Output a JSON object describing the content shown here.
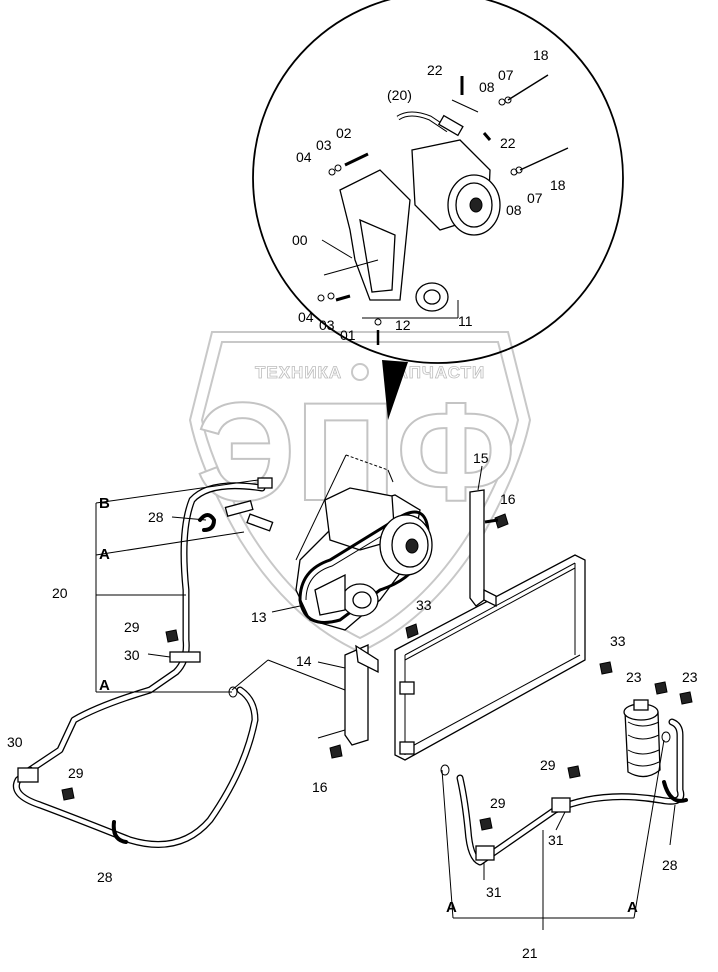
{
  "watermark": {
    "top_text_left": "ТЕХНИКА",
    "top_text_right": "ЗАПЧАСТИ",
    "big_text": "ЭПФ"
  },
  "callouts": {
    "c22_top": "22",
    "c08_top": "08",
    "c07_top": "07",
    "c18_top": "18",
    "c20_paren": "(20)",
    "c22_mid": "22",
    "c03_top": "03",
    "c02": "02",
    "c04_top": "04",
    "c18_mid": "18",
    "c07_mid": "07",
    "c08_mid": "08",
    "c00": "00",
    "c04_bot": "04",
    "c03_bot": "03",
    "c01": "01",
    "c12": "12",
    "c11": "11",
    "c15": "15",
    "c16_top": "16",
    "cB": "B",
    "c28_top": "28",
    "cA_top": "A",
    "c20": "20",
    "c13": "13",
    "c33_left": "33",
    "c29_left": "29",
    "c30_left": "30",
    "c14": "14",
    "c33_right": "33",
    "c23_a": "23",
    "c23_b": "23",
    "cA_mid": "A",
    "c30_bot": "30",
    "c29_bot": "29",
    "c16_bot": "16",
    "c29_mid": "29",
    "c29_right": "29",
    "c31_right": "31",
    "c28_bot": "28",
    "c28_right": "28",
    "c31_bot": "31",
    "cA_bot_l": "A",
    "cA_bot_r": "A",
    "c21": "21"
  }
}
